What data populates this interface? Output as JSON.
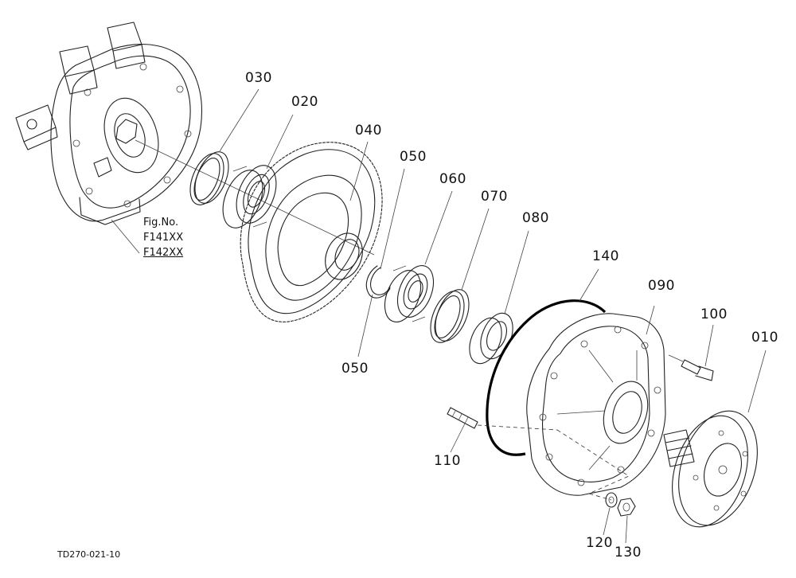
{
  "labels": {
    "p030": "030",
    "p020": "020",
    "p040": "040",
    "p050_top": "050",
    "p050_bottom": "050",
    "p060": "060",
    "p070": "070",
    "p080": "080",
    "p140": "140",
    "p090": "090",
    "p100": "100",
    "p010": "010",
    "p110": "110",
    "p120": "120",
    "p130": "130"
  },
  "fig_ref": {
    "title": "Fig.No.",
    "line1": "F141XX",
    "line2": "F142XX"
  },
  "drawing_code": "TD270-021-10"
}
